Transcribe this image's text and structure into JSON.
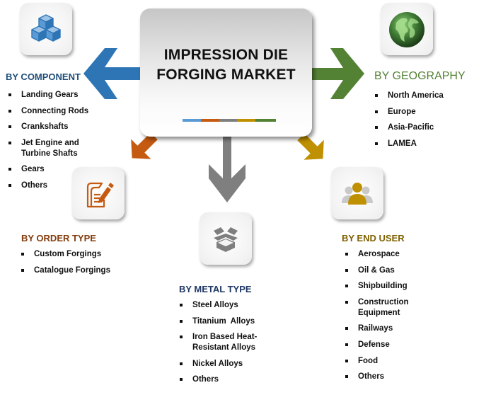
{
  "title": "IMPRESSION DIE FORGING MARKET",
  "title_lines": [
    "IMPRESSION DIE",
    "FORGING MARKET"
  ],
  "colorbar": [
    "#5b9bd5",
    "#c55a11",
    "#7f7f7f",
    "#bf9000",
    "#548235"
  ],
  "segments": {
    "component": {
      "heading": "BY COMPONENT",
      "color": "#1f4e79",
      "arrow_color": "#2e75b6",
      "icon": "cubes-icon",
      "items": [
        "Landing Gears",
        "Connecting Rods",
        "Crankshafts",
        "Jet Engine and Turbine Shafts",
        "Gears",
        "Others"
      ]
    },
    "geography": {
      "heading": "BY GEOGRAPHY",
      "color": "#548235",
      "arrow_color": "#548235",
      "icon": "globe-icon",
      "items": [
        "North America",
        "Europe",
        "Asia-Pacific",
        "LAMEA"
      ]
    },
    "order_type": {
      "heading": "BY ORDER TYPE",
      "color": "#843c0c",
      "arrow_color": "#c55a11",
      "icon": "document-edit-icon",
      "items": [
        "Custom Forgings",
        "Catalogue Forgings"
      ]
    },
    "metal_type": {
      "heading": "BY METAL TYPE",
      "color": "#1f3864",
      "arrow_color": "#7f7f7f",
      "icon": "open-box-icon",
      "items": [
        "Steel Alloys",
        "Titanium  Alloys",
        "Iron Based Heat-Resistant Alloys",
        "Nickel Alloys",
        "Others"
      ]
    },
    "end_user": {
      "heading": "BY END USER",
      "color": "#7f6000",
      "arrow_color": "#bf9000",
      "icon": "users-icon",
      "items": [
        "Aerospace",
        "Oil & Gas",
        "Shipbuilding",
        "Construction Equipment",
        "Railways",
        "Defense",
        "Food",
        "Others"
      ]
    }
  }
}
